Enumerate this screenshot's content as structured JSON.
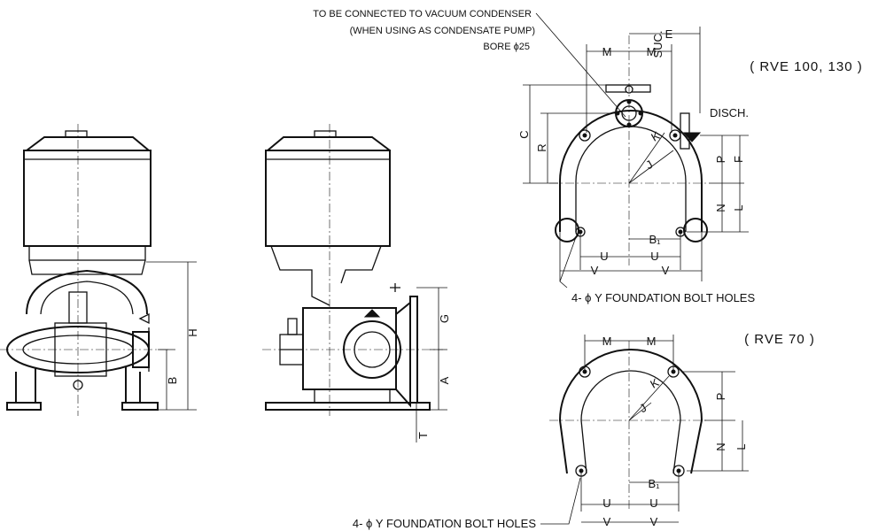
{
  "notes": {
    "condenser_line1": "TO BE CONNECTED TO VACUUM CONDENSER",
    "condenser_line2": "(WHEN USING AS CONDENSATE PUMP)",
    "bore": "BORE ϕ25",
    "foundation_top": "4- ϕ Y  FOUNDATION  BOLT  HOLES",
    "foundation_bottom": "4- ϕ Y  FOUNDATION  BOLT  HOLES"
  },
  "models": {
    "top": "( RVE 100, 130 )",
    "bottom": "( RVE 70 )"
  },
  "ports": {
    "suction": "SUC.",
    "discharge": "DISCH."
  },
  "dims": {
    "H": "H",
    "B": "B",
    "G": "G",
    "A": "A",
    "T": "T",
    "M": "M",
    "E": "E",
    "C": "C",
    "R": "R",
    "K": "K",
    "J": "J",
    "P": "P",
    "F": "F",
    "N": "N",
    "L": "L",
    "B1": "B₁",
    "U": "U",
    "V": "V"
  }
}
